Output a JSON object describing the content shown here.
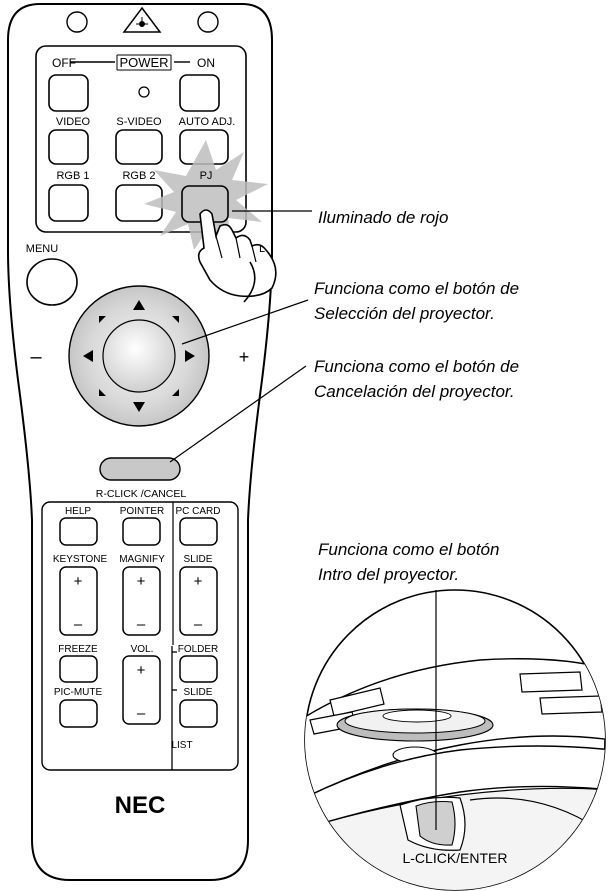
{
  "callouts": {
    "red": "Iluminado de rojo",
    "select_1": "Funciona como el botón de",
    "select_2": "Selección del proyector.",
    "cancel_1": "Funciona como el botón de",
    "cancel_2": "Cancelación del proyector.",
    "enter_1": "Funciona como el botón",
    "enter_2": "Intro del proyector."
  },
  "remote": {
    "power": {
      "off": "OFF",
      "title": "POWER",
      "on": "ON"
    },
    "row2": {
      "video": "VIDEO",
      "svideo": "S-VIDEO",
      "auto_adj": "AUTO ADJ."
    },
    "row3": {
      "rgb1": "RGB 1",
      "rgb2": "RGB 2",
      "pj": "PJ"
    },
    "menu": "MENU",
    "l_partial": "L",
    "minus": "–",
    "plus": "+",
    "rclick": "R-CLICK /CANCEL",
    "lower": {
      "help": "HELP",
      "pointer": "POINTER",
      "pc_card": "PC CARD",
      "keystone": "KEYSTONE",
      "magnify": "MAGNIFY",
      "slide": "SLIDE",
      "plus": "+",
      "minus": "–",
      "freeze": "FREEZE",
      "vol": "VOL.",
      "folder": "FOLDER",
      "pic_mute": "PIC-MUTE",
      "slide2": "SLIDE",
      "list": "LIST"
    },
    "brand": "NEC"
  },
  "inset": {
    "label": "L-CLICK/ENTER"
  }
}
